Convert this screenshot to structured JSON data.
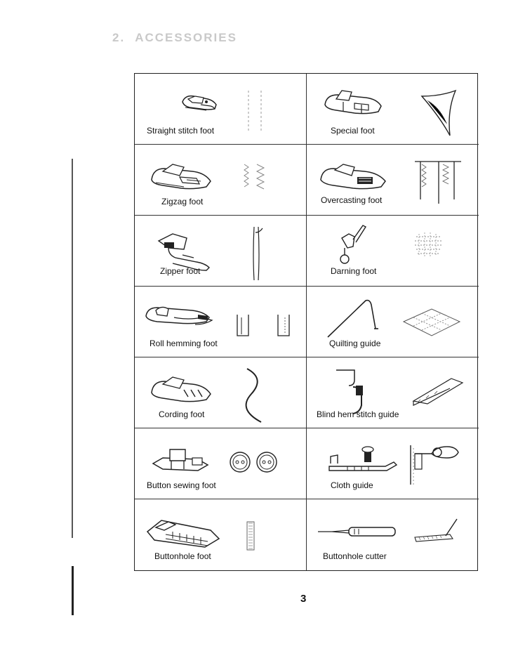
{
  "section": {
    "number": "2.",
    "title": "ACCESSORIES"
  },
  "accessories": [
    {
      "label": "Straight stitch foot"
    },
    {
      "label": "Special foot"
    },
    {
      "label": "Zigzag foot"
    },
    {
      "label": "Overcasting foot"
    },
    {
      "label": "Zipper foot"
    },
    {
      "label": "Darning foot"
    },
    {
      "label": "Roll hemming foot"
    },
    {
      "label": "Quilting guide"
    },
    {
      "label": "Cording foot"
    },
    {
      "label": "Blind hem stitch guide"
    },
    {
      "label": "Button sewing foot"
    },
    {
      "label": "Cloth guide"
    },
    {
      "label": "Buttonhole foot"
    },
    {
      "label": "Buttonhole cutter"
    }
  ],
  "page_number": "3"
}
